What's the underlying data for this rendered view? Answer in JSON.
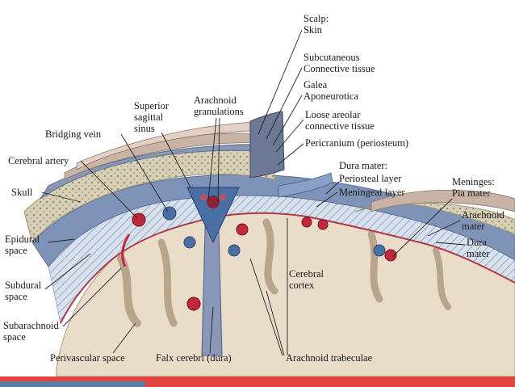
{
  "labels": {
    "scalp_heading": "Scalp:",
    "skin": "Skin",
    "subcutaneous_1": "Subcutaneous",
    "subcutaneous_2": "Connective tissue",
    "galea_1": "Galea",
    "galea_2": "Aponeurotica",
    "loose_1": "Loose areolar",
    "loose_2": "connective tissue",
    "pericranium": "Pericranium (periosteum)",
    "superior_sagittal_1": "Superior",
    "superior_sagittal_2": "sagittal",
    "superior_sagittal_3": "sinus",
    "arachnoid_gran_1": "Arachnoid",
    "arachnoid_gran_2": "granulations",
    "bridging_vein": "Bridging vein",
    "cerebral_artery": "Cerebral artery",
    "skull": "Skull",
    "dura_heading": "Dura mater:",
    "periosteal_layer": "Periosteal layer",
    "meningeal_layer": "Meningeal layer",
    "meninges_heading": "Meninges:",
    "pia_mater": "Pia mater",
    "arachnoid_1": "Arachnoid",
    "arachnoid_2": "mater",
    "dura_1": "Dura",
    "dura_2": "mater",
    "epidural_1": "Epidural",
    "epidural_2": "space",
    "subdural_1": "Subdural",
    "subdural_2": "space",
    "subarachnoid_1": "Subarachnoid",
    "subarachnoid_2": "space",
    "cerebral_cortex_1": "Cerebral",
    "cerebral_cortex_2": "cortex",
    "perivascular_space": "Perivascular space",
    "falx_cerebri": "Falx cerebri (dura)",
    "arachnoid_trabeculae": "Arachnoid trabeculae"
  },
  "colors": {
    "text": "#1a1a1a",
    "leader": "#222222",
    "brain": "#e9dcc9",
    "brain_edge": "#b8a68c",
    "dura_blue": "#7f93b8",
    "bone": "#d9d2b8",
    "artery": "#c2283a",
    "vein": "#4a6fa5",
    "pia": "#b03a48",
    "footer_red": "#e0443e",
    "footer_blue": "#5c7fa8"
  }
}
